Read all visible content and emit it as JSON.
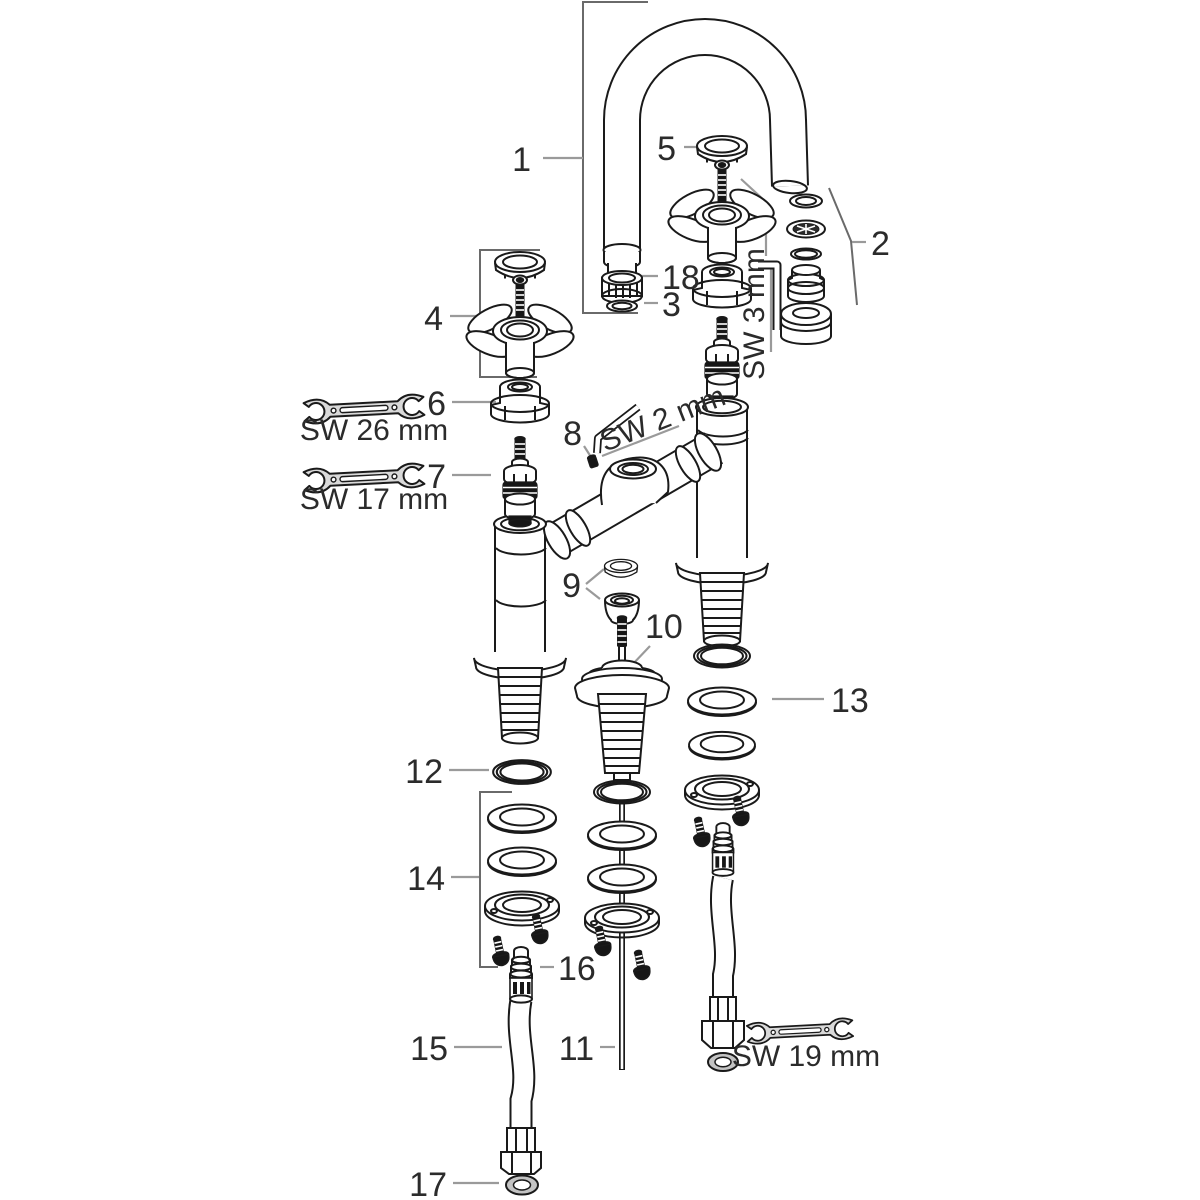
{
  "diagram": {
    "kind": "exploded-parts-diagram",
    "subject": "two-handle bridge faucet with exploded spare parts",
    "colors": {
      "background": "#ffffff",
      "outline": "#1a1a1a",
      "leader": "#9a9a9a",
      "bracket": "#6a6a6a",
      "label_text": "#2b2b2b",
      "wrench_fill": "#d9d9d9"
    },
    "labels": {
      "p1": "1",
      "p2": "2",
      "p3": "3",
      "p4": "4",
      "p5": "5",
      "p6": "6",
      "p7": "7",
      "p8": "8",
      "p9": "9",
      "p10": "10",
      "p11": "11",
      "p12": "12",
      "p13": "13",
      "p14": "14",
      "p15": "15",
      "p16": "16",
      "p17": "17",
      "p18": "18"
    },
    "tools": {
      "sw26": "SW 26 mm",
      "sw17": "SW 17 mm",
      "sw19": "SW 19 mm",
      "sw2": "SW 2 mm",
      "sw3": "SW 3 mm"
    }
  }
}
